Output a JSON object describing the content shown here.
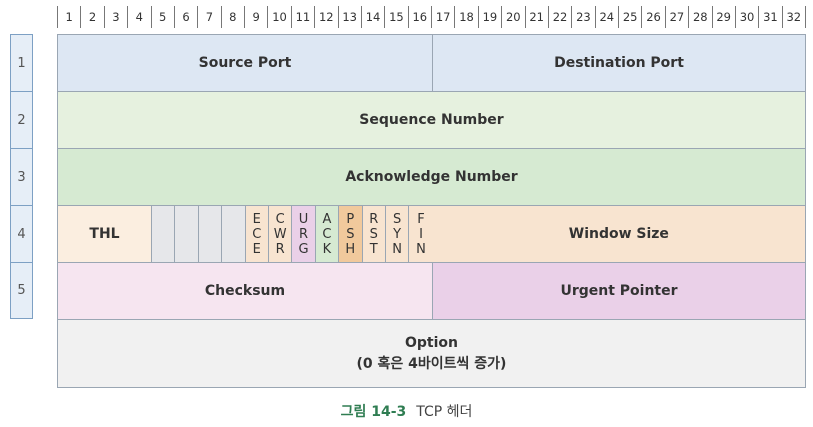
{
  "bits": [
    "1",
    "2",
    "3",
    "4",
    "5",
    "6",
    "7",
    "8",
    "9",
    "10",
    "11",
    "12",
    "13",
    "14",
    "15",
    "16",
    "17",
    "18",
    "19",
    "20",
    "21",
    "22",
    "23",
    "24",
    "25",
    "26",
    "27",
    "28",
    "29",
    "30",
    "31",
    "32"
  ],
  "row_numbers": [
    "1",
    "2",
    "3",
    "4",
    "5"
  ],
  "fields": {
    "source_port": "Source Port",
    "destination_port": "Destination Port",
    "sequence_number": "Sequence Number",
    "acknowledge_number": "Acknowledge Number",
    "thl": "THL",
    "window_size": "Window Size",
    "checksum": "Checksum",
    "urgent_pointer": "Urgent Pointer",
    "option_line1": "Option",
    "option_line2": "(0 혹은 4바이트씩 증가)"
  },
  "flags": [
    {
      "letters": [
        "E",
        "C",
        "E"
      ],
      "color": "#f8e4d0"
    },
    {
      "letters": [
        "C",
        "W",
        "R"
      ],
      "color": "#f8e4d0"
    },
    {
      "letters": [
        "U",
        "R",
        "G"
      ],
      "color": "#ead0e8"
    },
    {
      "letters": [
        "A",
        "C",
        "K"
      ],
      "color": "#d6ead2"
    },
    {
      "letters": [
        "P",
        "S",
        "H"
      ],
      "color": "#f1c99c"
    },
    {
      "letters": [
        "R",
        "S",
        "T"
      ],
      "color": "#f8e4d0"
    },
    {
      "letters": [
        "S",
        "Y",
        "N"
      ],
      "color": "#f8e4d0"
    },
    {
      "letters": [
        "F",
        "I",
        "N"
      ],
      "color": "#f8e4d0"
    }
  ],
  "colors": {
    "port_row": "#dde7f3",
    "sequence_row": "#e6f1df",
    "ack_row": "#d6ead2",
    "thl_cell": "#fbeee0",
    "reserved_cell": "#e6e7ea",
    "window_cell": "#f8e4d0",
    "checksum_cell": "#f6e5f0",
    "urgent_cell": "#ead0e8",
    "option_row": "#f1f1f1"
  },
  "caption": {
    "number": "그림 14-3",
    "title": "TCP 헤더"
  }
}
